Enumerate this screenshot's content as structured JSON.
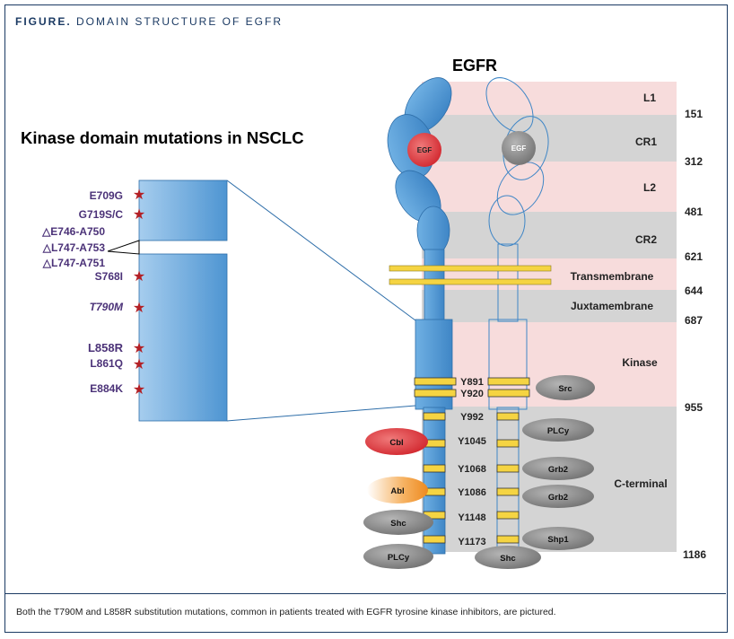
{
  "figure": {
    "label": "FIGURE.",
    "title": "DOMAIN STRUCTURE OF EGFR",
    "caption": "Both the T790M and L858R substitution mutations, common in patients treated with EGFR tyrosine kinase inhibitors, are pictured."
  },
  "diagram": {
    "protein_label": "EGFR",
    "inset_title": "Kinase domain mutations in NSCLC",
    "egf_label": "EGF",
    "domains": [
      {
        "name": "L1",
        "end": "151",
        "color": "#f7dcdc"
      },
      {
        "name": "CR1",
        "end": "312",
        "color": "#d4d4d4"
      },
      {
        "name": "L2",
        "end": "481",
        "color": "#f7dcdc"
      },
      {
        "name": "CR2",
        "end": "621",
        "color": "#d4d4d4"
      },
      {
        "name": "Transmembrane",
        "end": "644",
        "color": "#f7dcdc"
      },
      {
        "name": "Juxtamembrane",
        "end": "687",
        "color": "#d4d4d4"
      },
      {
        "name": "Kinase",
        "end": "955",
        "color": "#f7dcdc"
      },
      {
        "name": "C-terminal",
        "end": "1186",
        "color": "#d4d4d4"
      }
    ],
    "mutations": [
      {
        "label": "E709G",
        "star": true
      },
      {
        "label": "G719S/C",
        "star": true
      },
      {
        "label": "△E746-A750",
        "star": false
      },
      {
        "label": "△L747-A753",
        "star": false
      },
      {
        "label": "△L747-A751",
        "star": false
      },
      {
        "label": "S768I",
        "star": true
      },
      {
        "label": "T790M",
        "star": true
      },
      {
        "label": "L858R",
        "star": true
      },
      {
        "label": "L861Q",
        "star": true
      },
      {
        "label": "E884K",
        "star": true
      }
    ],
    "tyrosines": [
      "Y891",
      "Y920",
      "Y992",
      "Y1045",
      "Y1068",
      "Y1086",
      "Y1148",
      "Y1173"
    ],
    "partners": {
      "src": "Src",
      "plcy": "PLCy",
      "grb2_a": "Grb2",
      "grb2_b": "Grb2",
      "shp1": "Shp1",
      "shc_right": "Shc",
      "cbl": "Cbl",
      "abl": "Abl",
      "shc_left": "Shc",
      "plcy_left": "PLCy"
    },
    "colors": {
      "mutation_text": "#4b3278",
      "star": "#b32025",
      "egfr_blue": "#5b9bd5",
      "tyr_yellow": "#f5d442",
      "membrane_yellow": "#f5d442"
    }
  }
}
